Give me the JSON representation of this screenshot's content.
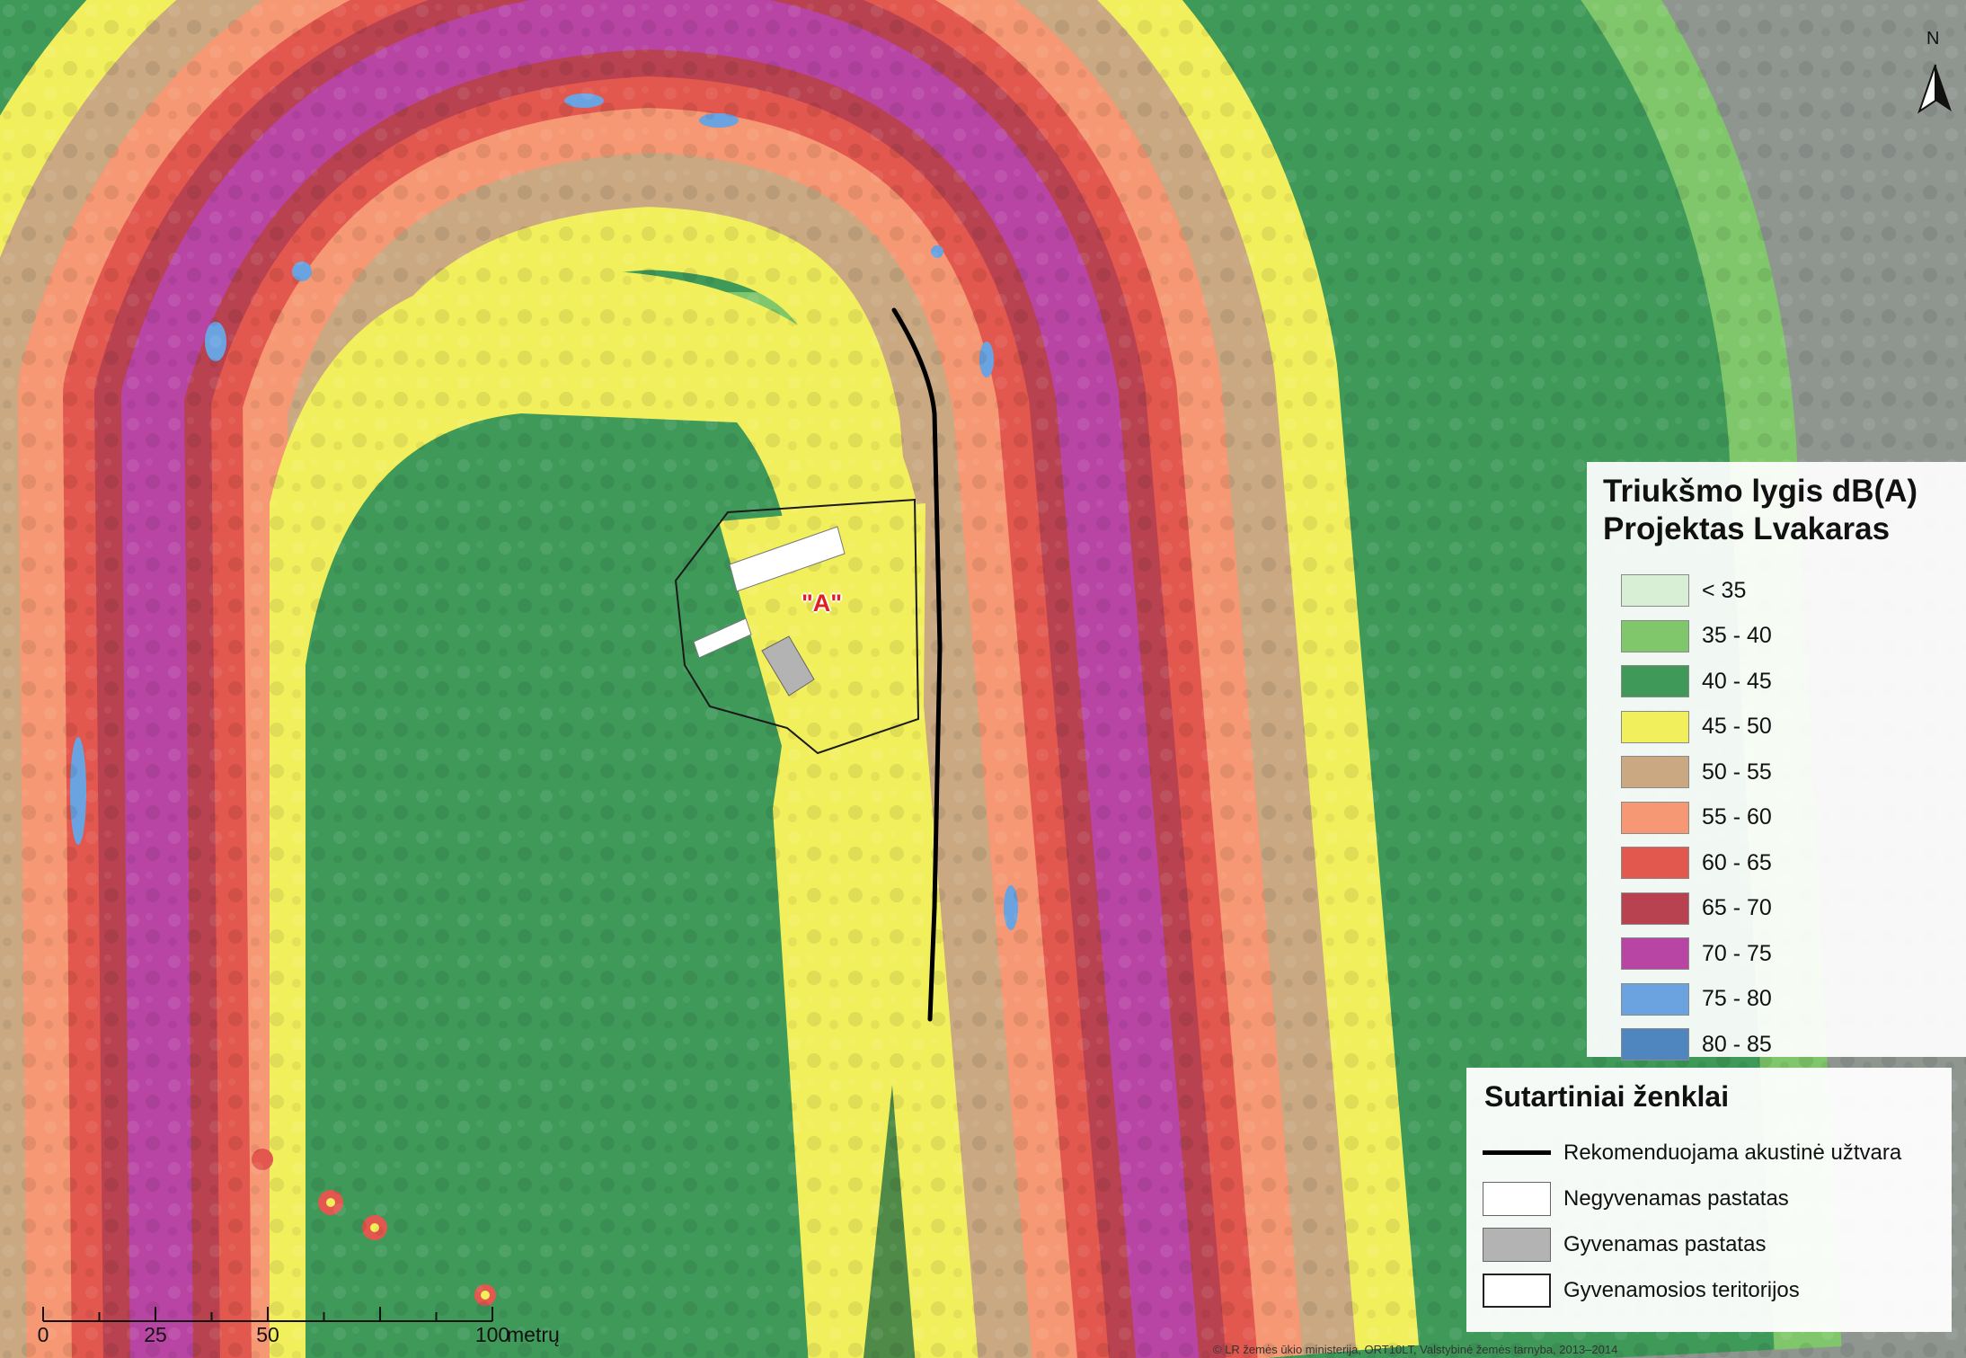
{
  "map": {
    "point_label": "\"A\"",
    "north_label": "N",
    "attribution": "© LR žemės ūkio ministerija, ORT10LT, Valstybinė žemės tarnyba, 2013–2014"
  },
  "noise_legend": {
    "title_line1": "Triukšmo lygis dB(A)",
    "title_line2": "Projektas Lvakaras",
    "classes": [
      {
        "label": "< 35",
        "color": "#d9efd5"
      },
      {
        "label": "35 - 40",
        "color": "#7fc76a"
      },
      {
        "label": "40 - 45",
        "color": "#3f9a5a"
      },
      {
        "label": "45 - 50",
        "color": "#f2ef5c"
      },
      {
        "label": "50 - 55",
        "color": "#c9a882"
      },
      {
        "label": "55 - 60",
        "color": "#f59873"
      },
      {
        "label": "60 - 65",
        "color": "#e2574e"
      },
      {
        "label": "65 - 70",
        "color": "#b94250"
      },
      {
        "label": "70 - 75",
        "color": "#b845a4"
      },
      {
        "label": "75 - 80",
        "color": "#6aa3e0"
      },
      {
        "label": "80 - 85",
        "color": "#4f86c0"
      }
    ]
  },
  "symbols_legend": {
    "title": "Sutartiniai ženklai",
    "items": [
      {
        "label": "Rekomenduojama akustinė užtvara",
        "symbol": "line"
      },
      {
        "label": "Negyvenamas pastatas",
        "symbol": "white"
      },
      {
        "label": "Gyvenamas pastatas",
        "symbol": "grey"
      },
      {
        "label": "Gyvenamosios teritorijos",
        "symbol": "outline"
      }
    ]
  },
  "scale_bar": {
    "ticks": [
      {
        "label": "0",
        "value": 0
      },
      {
        "label": "25",
        "value": 25
      },
      {
        "label": "50",
        "value": 50
      },
      {
        "label": "100",
        "value": 100
      }
    ],
    "unit": "metrų"
  }
}
